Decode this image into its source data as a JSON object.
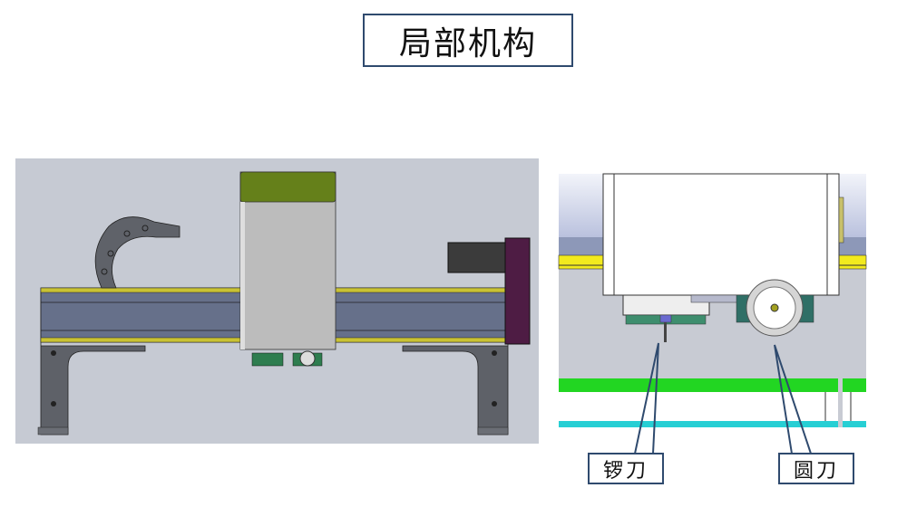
{
  "title": "局部机构",
  "callouts": {
    "router_bit": "锣刀",
    "circular_blade": "圆刀"
  },
  "colors": {
    "frame_border": "#2f4a6e",
    "panel_bg": "#c6cad3",
    "head_cap": "#65801a",
    "beam": "#66708a",
    "rail": "#c9c234",
    "end_plate": "#4e1c44",
    "green_rail": "#22d622",
    "cyan_rail": "#27cfd4"
  }
}
